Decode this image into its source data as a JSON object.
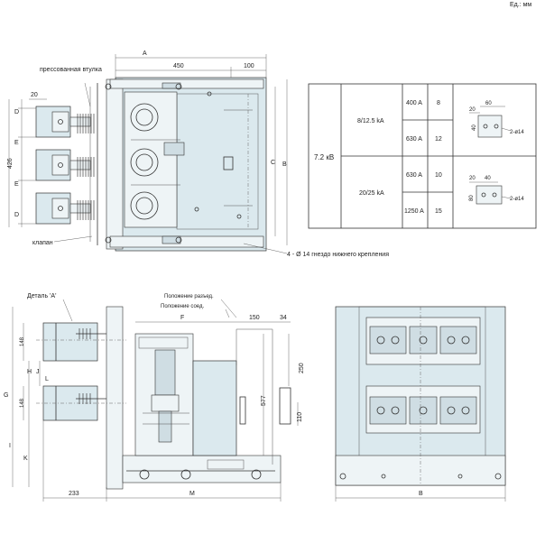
{
  "unit_label": "Ед.: мм",
  "top_view": {
    "dim_A": "A",
    "dim_450": "450",
    "dim_100": "100",
    "dim_20": "20",
    "dim_B": "B",
    "dim_C": "C",
    "dim_D_top": "D",
    "dim_E_1": "E",
    "dim_E_2": "E",
    "dim_D_bottom": "D",
    "dim_426": "426",
    "label_pressed_sleeve": "прессованная втулка",
    "label_valve": "клапан",
    "label_holes": "4 - Ø 14 гнездо нижнего крепления"
  },
  "table": {
    "voltage": "7.2 кВ",
    "rows": [
      {
        "breaking": "8/12.5 kA",
        "current": "400 A",
        "value": "8"
      },
      {
        "breaking": "",
        "current": "630 A",
        "value": "12"
      },
      {
        "breaking": "20/25 kA",
        "current": "630 A",
        "value": "10"
      },
      {
        "breaking": "",
        "current": "1250 A",
        "value": "15"
      }
    ],
    "detail1": {
      "d20": "20",
      "d60": "60",
      "d40": "40",
      "holes": "2-ø14"
    },
    "detail2": {
      "d20": "20",
      "d40": "40",
      "d80": "80",
      "holes": "2-ø14"
    }
  },
  "side_view": {
    "detail_label": "Деталь 'A'",
    "pos_disconnected": "Положение разъед.",
    "pos_connected": "Положение соед.",
    "dim_F": "F",
    "dim_150": "150",
    "dim_34": "34",
    "dim_148_top": "148",
    "dim_148_mid": "148",
    "dim_H": "H",
    "dim_J": "J",
    "dim_L": "L",
    "dim_G": "G",
    "dim_I": "I",
    "dim_K": "K",
    "dim_250": "250",
    "dim_577": "577",
    "dim_110": "110",
    "dim_233": "233",
    "dim_M": "M"
  },
  "front_view": {
    "dim_B": "B"
  }
}
